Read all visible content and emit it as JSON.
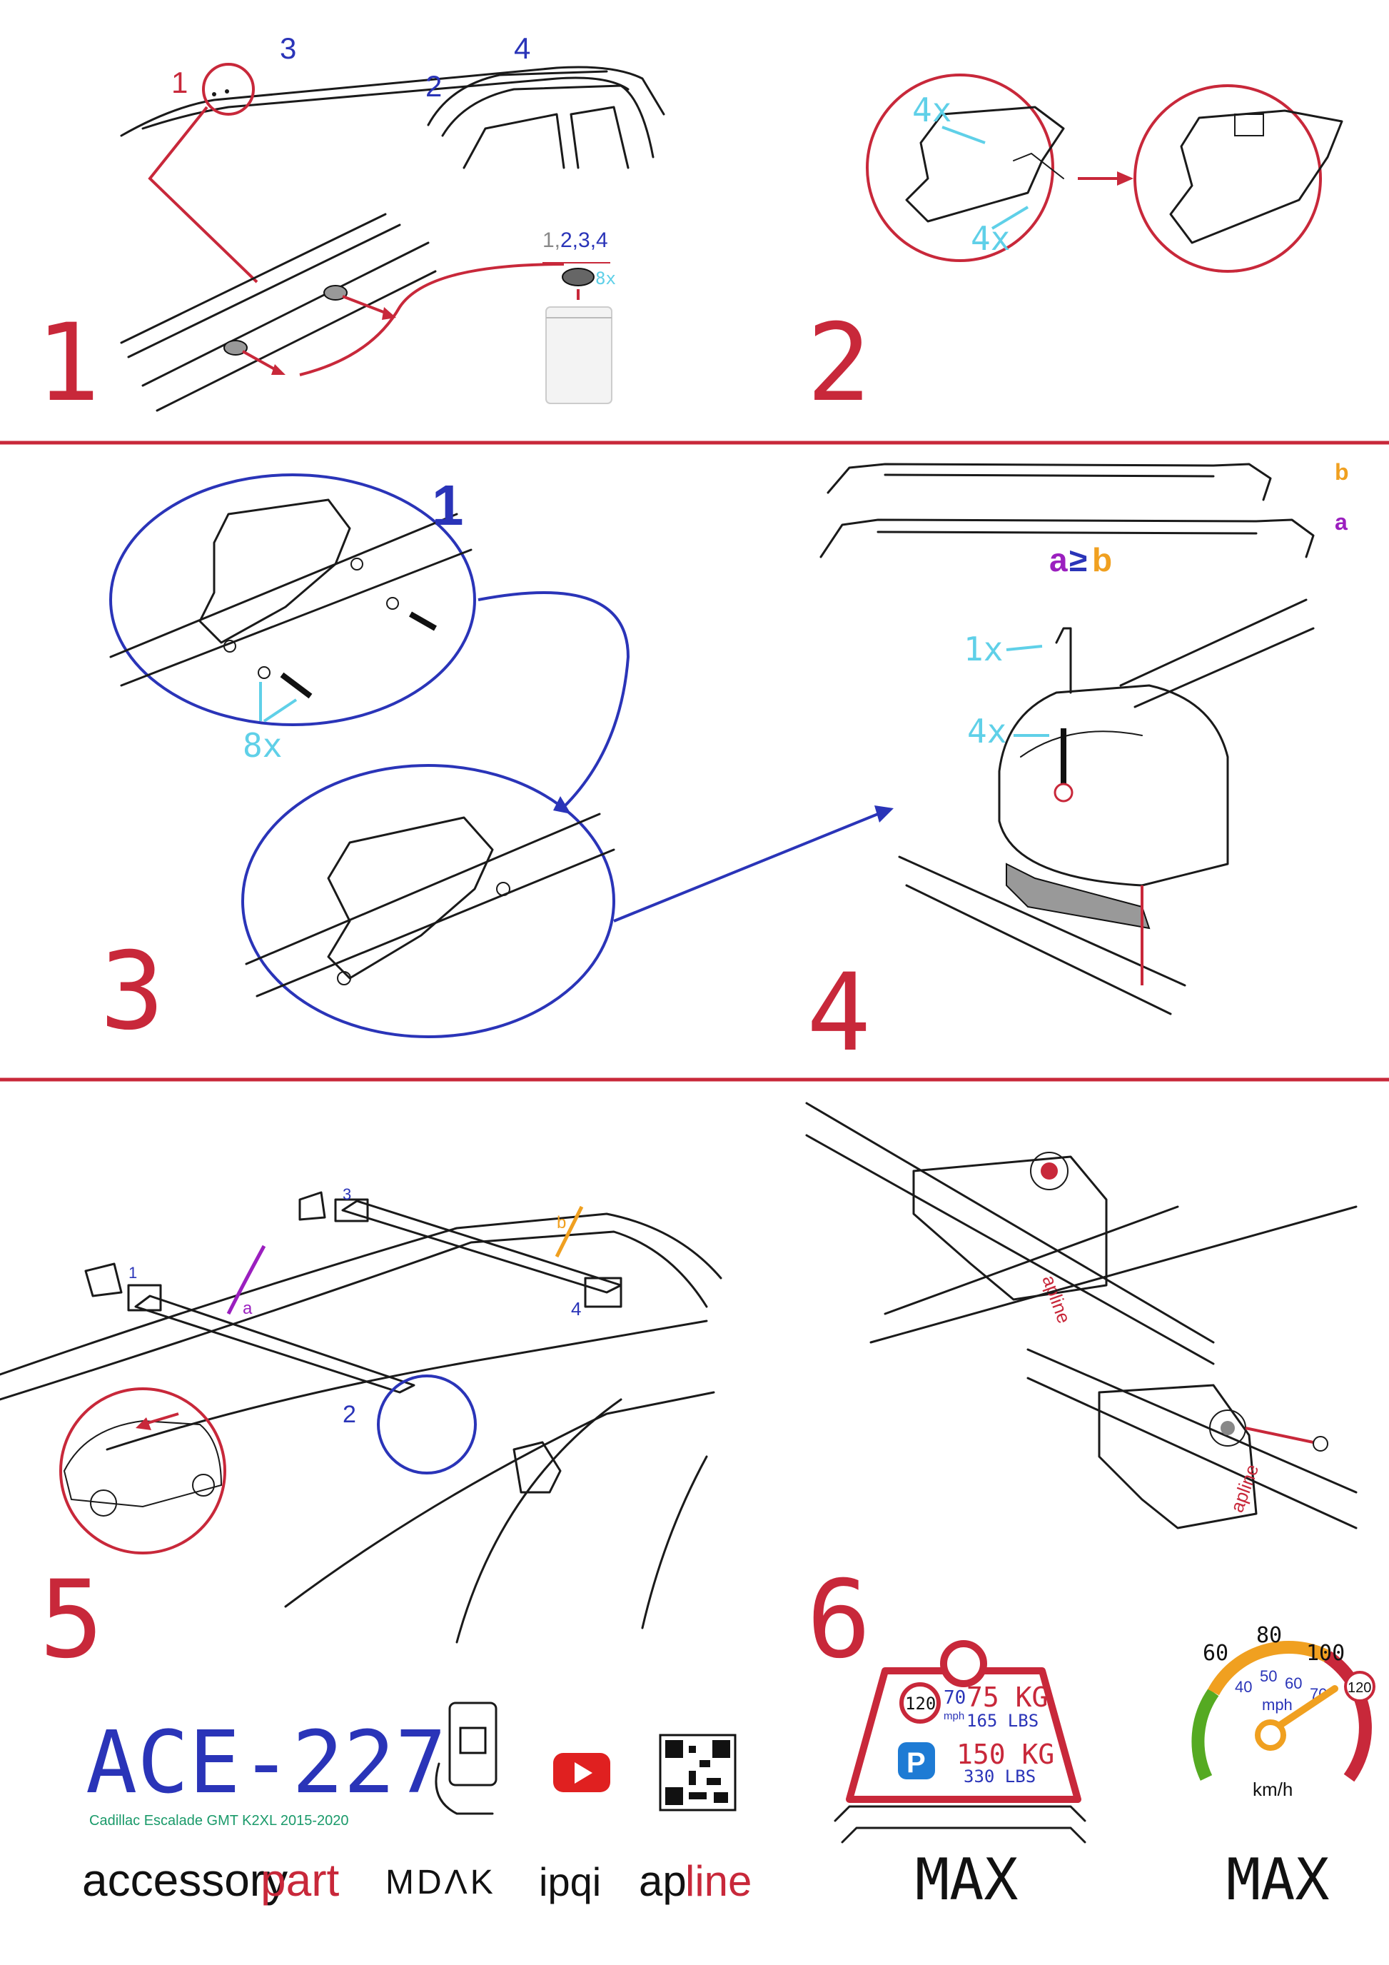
{
  "colors": {
    "red": "#c8283a",
    "blue": "#2a34b8",
    "cyan": "#5fd0e8",
    "purple": "#9b1fbf",
    "orange": "#f0a020",
    "green": "#55aa22"
  },
  "steps": [
    "1",
    "2",
    "3",
    "4",
    "5",
    "6"
  ],
  "step1": {
    "callout_red": "1",
    "callout_2": "2",
    "callout_3": "3",
    "callout_4": "4",
    "parts_grey": "1,",
    "parts_blue": "2,3,4",
    "parts_count": "8x"
  },
  "step2": {
    "count_top": "4x",
    "count_bottom": "4x"
  },
  "step3": {
    "detail_number": "1",
    "count": "8x"
  },
  "step4": {
    "label_b": "b",
    "label_a": "a",
    "rule_a": "a",
    "rule_ge": "≥",
    "rule_b": "b",
    "tool_count": "1x",
    "bolt_count": "4x"
  },
  "step5": {
    "foot1": "1",
    "foot2": "2",
    "foot3": "3",
    "foot4": "4",
    "label_a": "a",
    "label_b": "b"
  },
  "step6": {
    "brand_on_foot": "apline"
  },
  "product": {
    "code": "ACE-227",
    "vehicle": "Cadillac Escalade GMT K2XL 2015-2020"
  },
  "brands": {
    "accessory_black": "accessory",
    "accessory_red": "part",
    "mdak": "MDΛK",
    "ipqi": "ipqi",
    "apline_black": "ap",
    "apline_red": "line"
  },
  "load": {
    "speed_sign": "120",
    "kg_small": "70",
    "mph": "mph",
    "kg_big": "75 KG",
    "lbs_moving": "165 LBS",
    "parking_sign": "P",
    "kg_parked": "150 KG",
    "lbs_parked": "330 LBS",
    "max_label": "MAX"
  },
  "speed": {
    "t60": "60",
    "t80": "80",
    "t100": "100",
    "t120": "120",
    "m40": "40",
    "m50": "50",
    "m60": "60",
    "m70": "70",
    "mph": "mph",
    "unit": "km/h",
    "max_label": "MAX"
  }
}
